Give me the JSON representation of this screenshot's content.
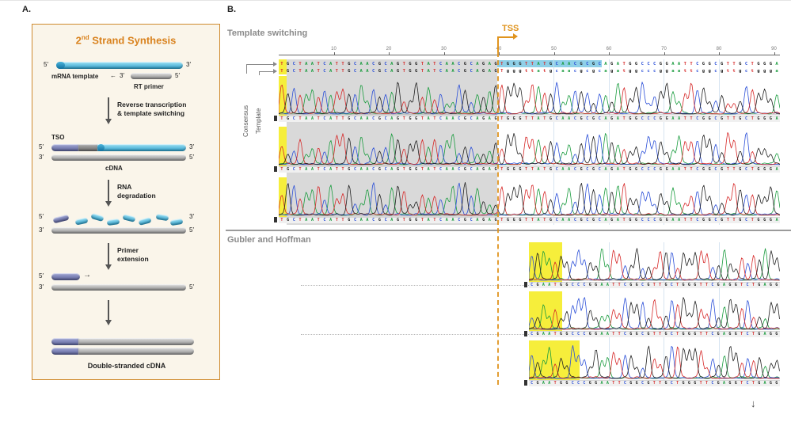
{
  "colors": {
    "accent_orange": "#d9821e",
    "panel_bg": "#faf5ea",
    "gray_text": "#8a8a8a",
    "base_A": "#1a9c3e",
    "base_C": "#2b4fd8",
    "base_G": "#222222",
    "base_T": "#d62828",
    "highlight_gray": "#d9d9d9",
    "highlight_yellow": "#f6ee3b",
    "highlight_blue": "#8fd0e8",
    "mrna_blue": "#2d9ec9",
    "tso_purple": "#5b6199",
    "strand_gray": "#8f8f8f"
  },
  "panelA": {
    "label": "A.",
    "title": {
      "pre": "2",
      "sup": "nd",
      "rest": " Strand Synthesis"
    },
    "five_prime": "5′",
    "three_prime": "3′",
    "left_arrow": "←",
    "right_arrow": "→",
    "mrna_label": "mRNA template",
    "rt_primer_label": "RT primer",
    "step1": {
      "line1": "Reverse transcription",
      "line2": "& template switching"
    },
    "tso_label": "TSO",
    "cdna_label": "cDNA",
    "step2": {
      "line1": "RNA",
      "line2": "degradation"
    },
    "step3": {
      "line1": "Primer",
      "line2": "extension"
    },
    "final_label": "Double-stranded cDNA"
  },
  "panelB": {
    "label": "B.",
    "section1_title": "Template switching",
    "section2_title": "Gubler and Hoffman",
    "tss_label": "TSS",
    "consensus_label": "Consensus",
    "template_label": "Template",
    "down_arrow": "↓",
    "ruler_ticks": [
      10,
      20,
      30,
      40,
      50,
      60,
      70,
      80,
      90
    ],
    "consensus_seq": "TGCTAATCATTGCAACGCAGTGGTATCAACGCAGAGTGGGTTATGCAACGCGCAGATGGCCCGGAATTCGGCGTTGCTGGGA",
    "template_seq": "TGCTAATCATTGCAACGCAGTGGTATCAACGCAGAGTgggttatgcaacgcgcagatggcccggaattcggcgttgctggga",
    "ts_trace_seq": "TGCTAATCATTGCAACGCAGTGGTATCAACGCAGAGTGGGTTATGCAACGCGCAGATGGCCCGGAATTCGGCGTTGCTGGGA",
    "gh_trace_seq": "CGAATGGCCCGGAATTCGGCGTTGCTGGGTTCGAGGTCTGAGG"
  }
}
